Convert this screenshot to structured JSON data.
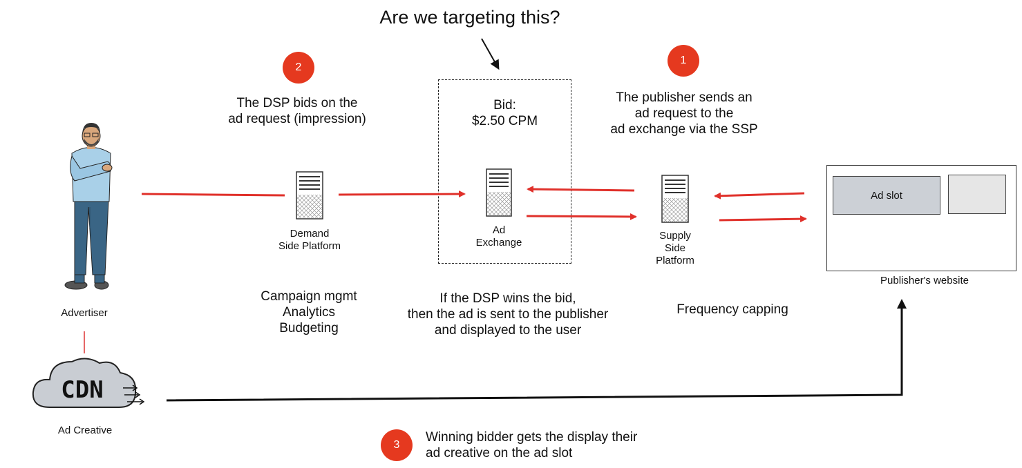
{
  "question": "Are we targeting this?",
  "badges": {
    "one": "1",
    "two": "2",
    "three": "3"
  },
  "dsp_bid_text": [
    "The DSP bids on the",
    "ad request (impression)"
  ],
  "publisher_sends_text": [
    "The publisher sends an",
    "ad request to the",
    "ad exchange via the SSP"
  ],
  "bid": {
    "label": "Bid:",
    "value": "$2.50 CPM"
  },
  "nodes": {
    "dsp": [
      "Demand",
      "Side Platform"
    ],
    "exchange": [
      "Ad",
      "Exchange"
    ],
    "ssp": [
      "Supply",
      "Side",
      "Platform"
    ],
    "advertiser": "Advertiser",
    "website": "Publisher's website",
    "ad_slot": "Ad slot",
    "cdn": "CDN",
    "ad_creative": "Ad Creative"
  },
  "dsp_features": [
    "Campaign mgmt",
    "Analytics",
    "Budgeting"
  ],
  "dsp_wins_text": [
    "If the DSP wins the bid,",
    "then the ad is sent to the publisher",
    "and displayed to the user"
  ],
  "ssp_features": [
    "Frequency capping"
  ],
  "winning_text": [
    "Winning bidder gets the display their",
    "ad creative on the ad slot"
  ],
  "colors": {
    "accent": "#e5391f",
    "arrow_red": "#e0302a",
    "dark": "#111111"
  }
}
